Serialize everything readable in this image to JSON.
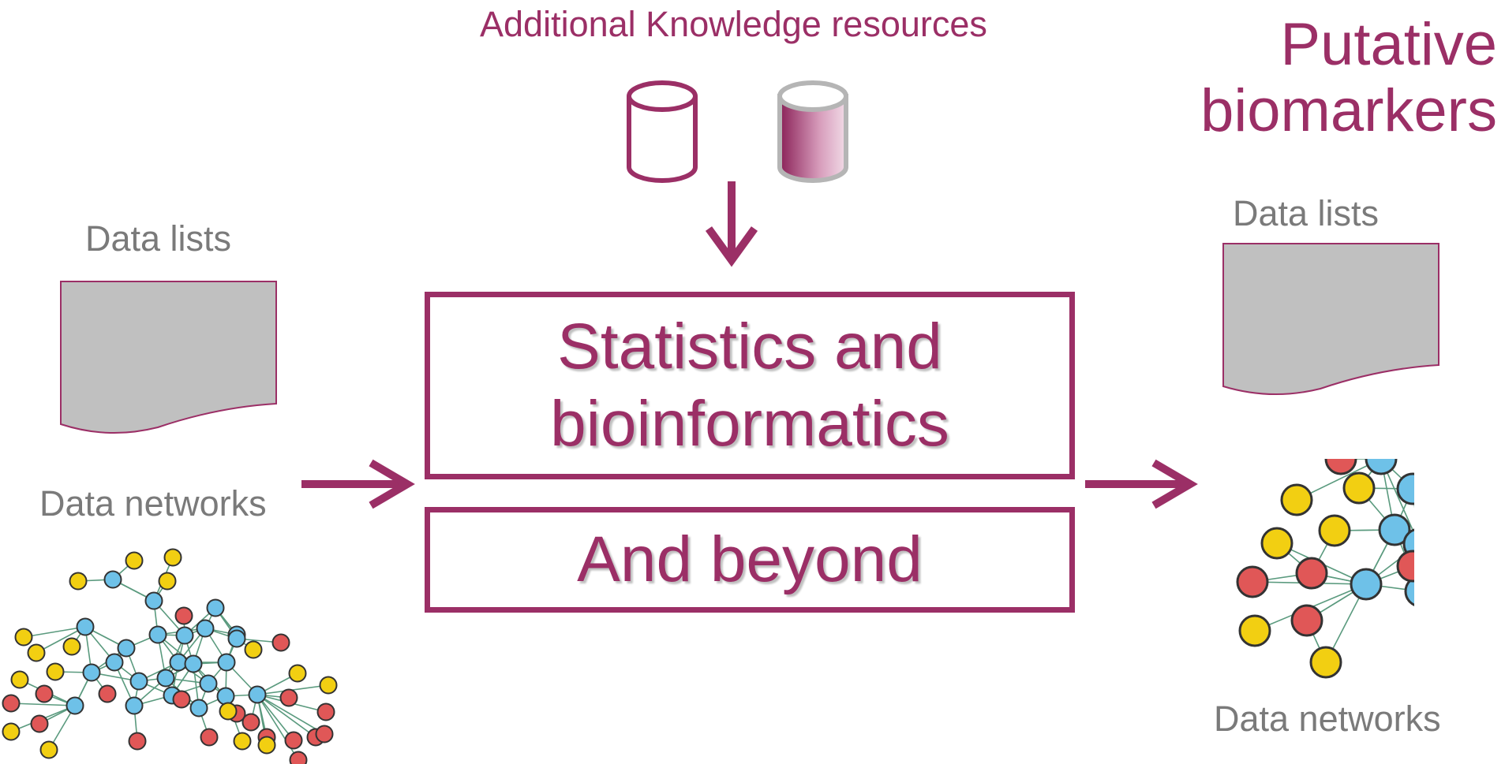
{
  "title": "Additional Knowledge resources",
  "output_title": "Putative\nbiomarkers",
  "input": {
    "data_lists_label": "Data lists",
    "data_networks_label": "Data networks"
  },
  "output": {
    "data_lists_label": "Data lists",
    "data_networks_label": "Data networks"
  },
  "process": {
    "main_label": "Statistics and\nbioinformatics",
    "secondary_label": "And beyond"
  },
  "colors": {
    "accent": "#9b2f66",
    "label_gray": "#7a7a7a",
    "document_fill": "#c0c0c0",
    "node_blue": "#6ec1e8",
    "node_red": "#e05757",
    "node_yellow": "#f2cf12",
    "edge": "#5a9a7e"
  },
  "icons": [
    "database-outline-icon",
    "database-filled-icon",
    "document-icon",
    "network-graph-icon",
    "arrow-down-icon",
    "arrow-right-icon"
  ]
}
